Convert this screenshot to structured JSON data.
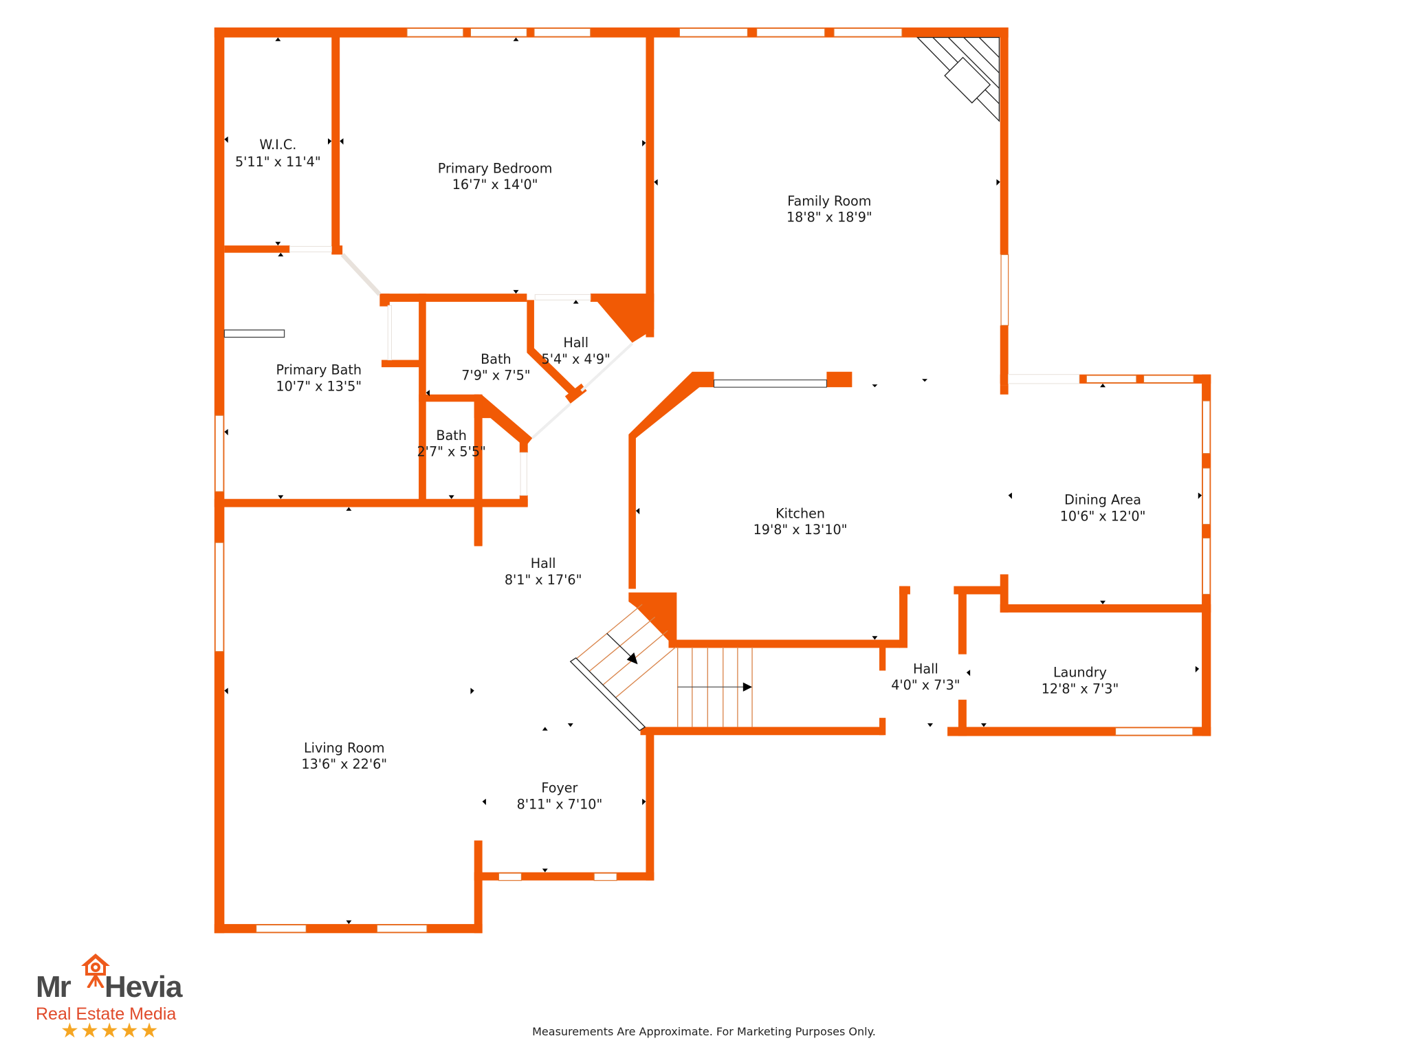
{
  "floorplan": {
    "wall_color": "#f15a05",
    "rooms": [
      {
        "name": "W.I.C.",
        "dims": "5'11\" x 11'4\""
      },
      {
        "name": "Primary Bedroom",
        "dims": "16'7\" x 14'0\""
      },
      {
        "name": "Family Room",
        "dims": "18'8\" x 18'9\""
      },
      {
        "name": "Primary Bath",
        "dims": "10'7\" x 13'5\""
      },
      {
        "name": "Bath",
        "dims": "7'9\" x 7'5\""
      },
      {
        "name": "Hall",
        "dims": "5'4\" x 4'9\""
      },
      {
        "name": "Bath",
        "dims": "2'7\" x 5'5\""
      },
      {
        "name": "Kitchen",
        "dims": "19'8\" x 13'10\""
      },
      {
        "name": "Dining Area",
        "dims": "10'6\" x 12'0\""
      },
      {
        "name": "Hall",
        "dims": "8'1\" x 17'6\""
      },
      {
        "name": "Hall",
        "dims": "4'0\" x 7'3\""
      },
      {
        "name": "Laundry",
        "dims": "12'8\" x 7'3\""
      },
      {
        "name": "Living Room",
        "dims": "13'6\" x 22'6\""
      },
      {
        "name": "Foyer",
        "dims": "8'11\" x 7'10\""
      }
    ]
  },
  "footer": {
    "disclaimer": "Measurements Are Approximate. For Marketing Purposes Only."
  },
  "logo": {
    "brand_left": "Mr",
    "brand_right": "Hevia",
    "tagline": "Real Estate Media",
    "stars": "★★★★★",
    "brand_color": "#4a4a4a",
    "tagline_color": "#e04a2a",
    "star_color": "#f5a623"
  }
}
